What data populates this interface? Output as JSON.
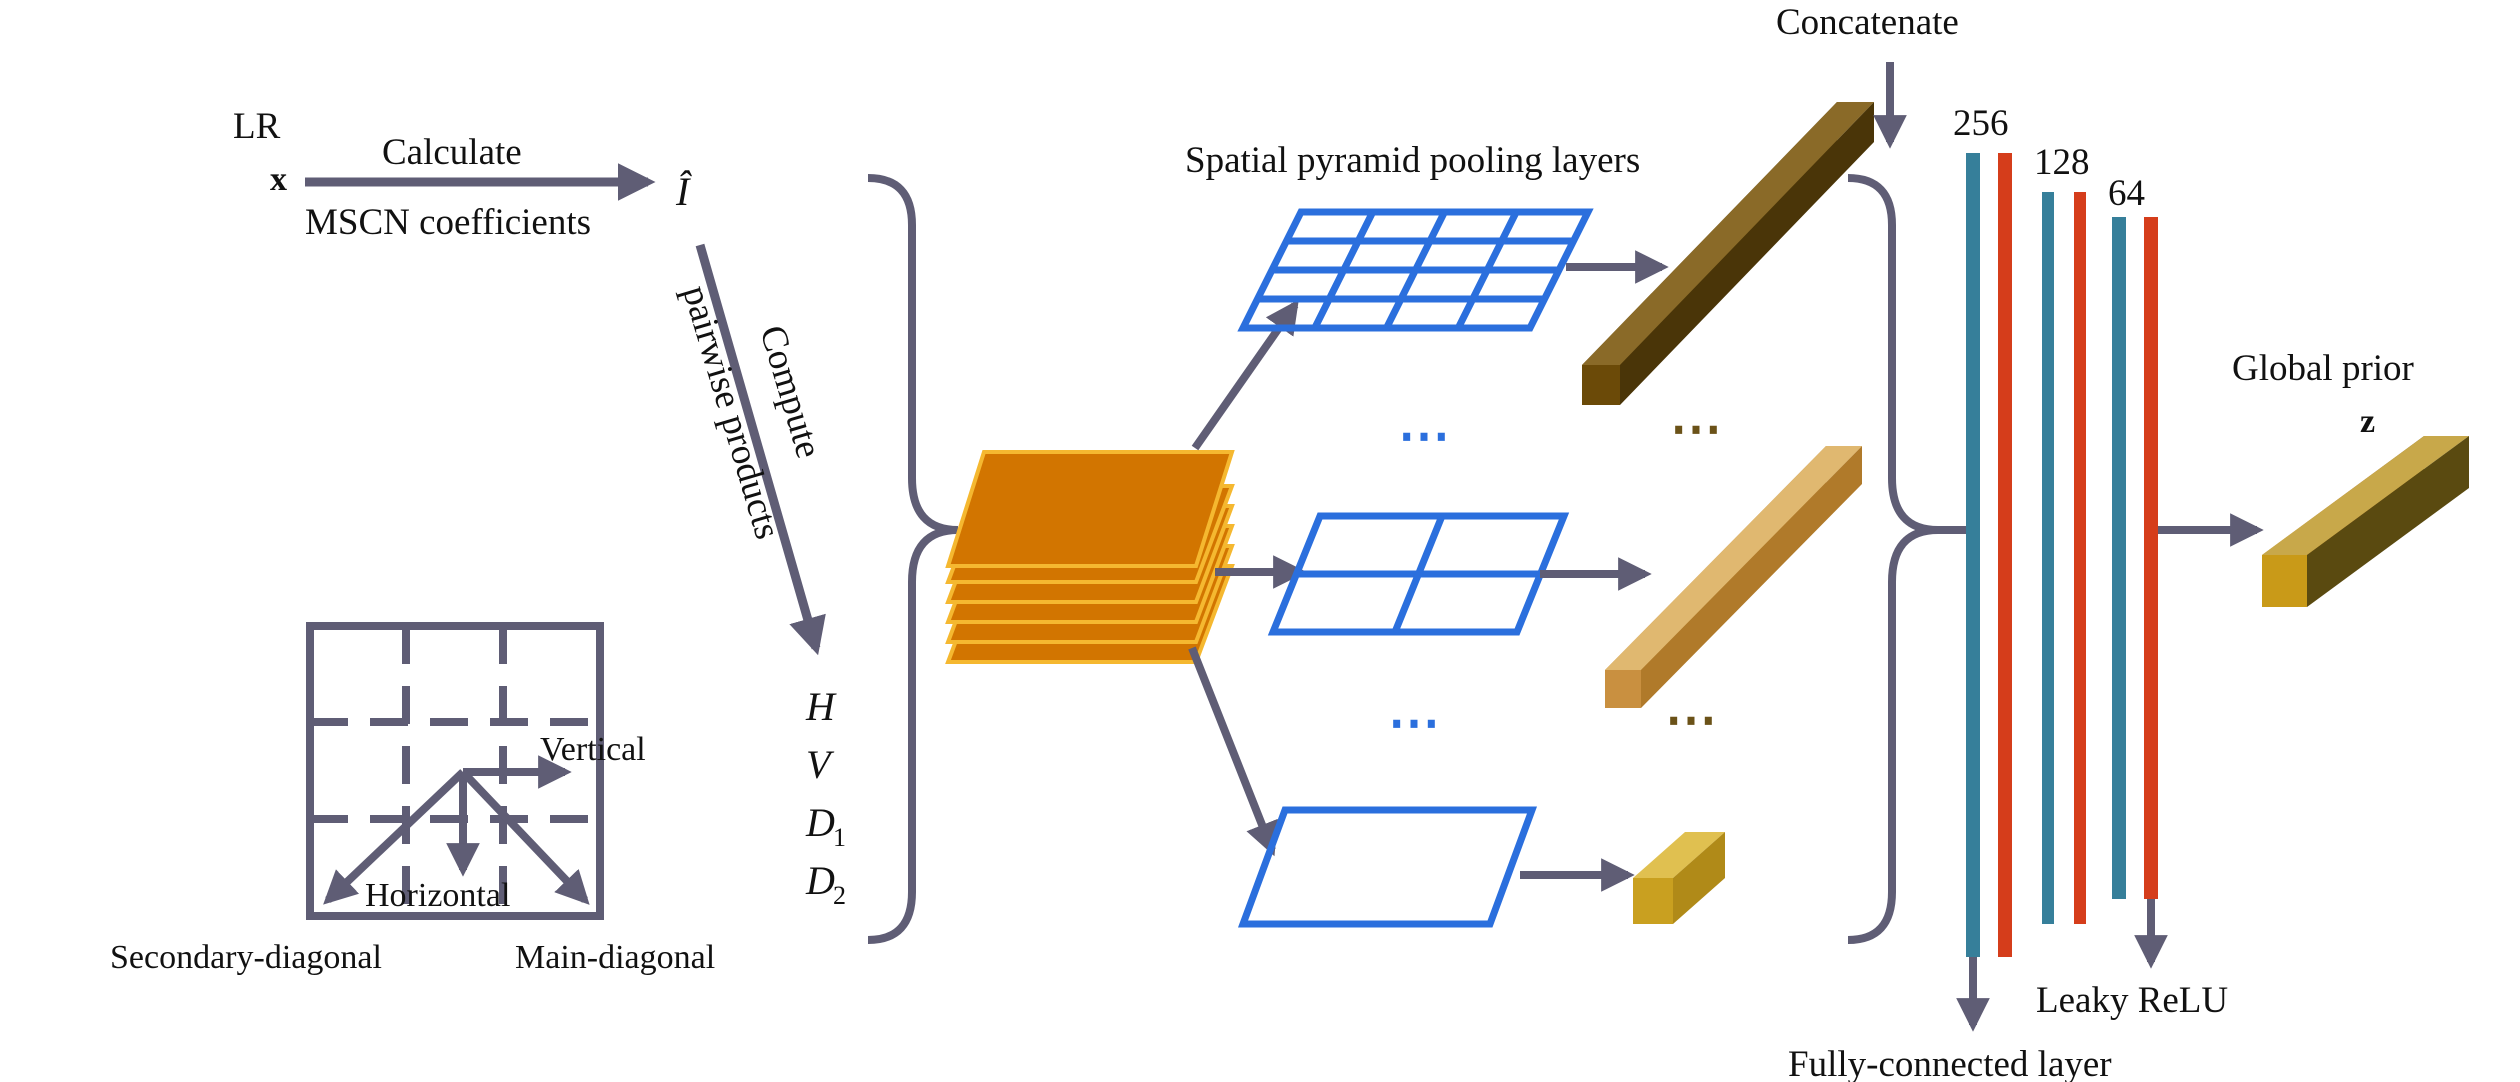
{
  "colors": {
    "arrow": "#5f5d75",
    "grid_blue": "#2b6fdd",
    "layer_orange": "#d27500",
    "layer_edge": "#f5b830",
    "fc_teal": "#367f9a",
    "fc_red": "#d53d1b",
    "bar_dark": "#6b5218",
    "bar_light": "#c99440",
    "cube_gold": "#c9a020",
    "text": "#111111"
  },
  "labels": {
    "lr": "LR",
    "x": "x",
    "calculate": "Calculate",
    "mscn": "MSCN coefficients",
    "i_hat": "Î",
    "compute": "Compute",
    "pairwise": "pairwise products",
    "h": "H",
    "v": "V",
    "d": "D",
    "sub1": "1",
    "sub2": "2",
    "vertical": "Vertical",
    "horizontal": "Horizontal",
    "secondary_diagonal": "Secondary-diagonal",
    "main_diagonal": "Main-diagonal",
    "spp": "Spatial pyramid pooling layers",
    "concatenate": "Concatenate",
    "n256": "256",
    "n128": "128",
    "n64": "64",
    "global_prior": "Global prior",
    "z": "z",
    "leaky_relu": "Leaky ReLU",
    "fc_layer": "Fully-connected layer",
    "dots": "⋯"
  }
}
